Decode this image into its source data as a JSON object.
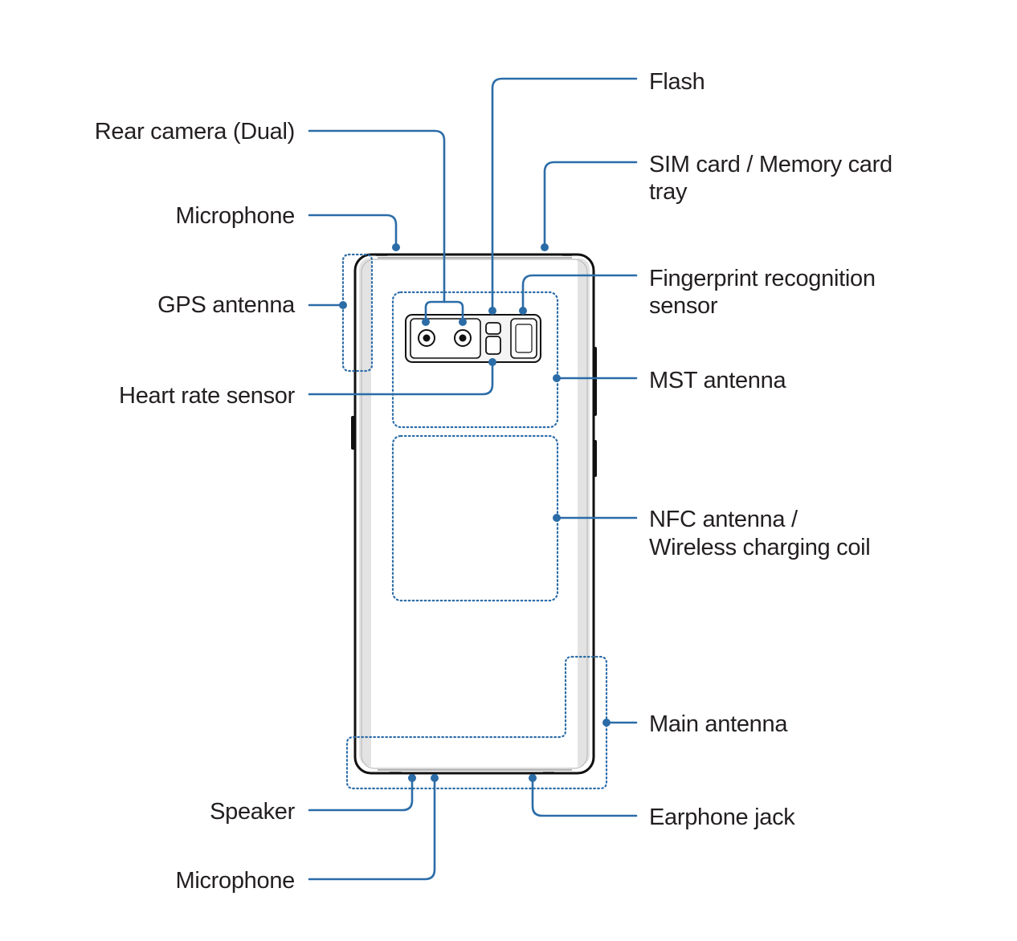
{
  "labels": {
    "flash": "Flash",
    "rear_camera": "Rear camera (Dual)",
    "sim_tray_line1": "SIM card / Memory card",
    "sim_tray_line2": "tray",
    "microphone_top": "Microphone",
    "fingerprint_line1": "Fingerprint recognition",
    "fingerprint_line2": "sensor",
    "gps_antenna": "GPS antenna",
    "mst_antenna": "MST antenna",
    "heart_rate_sensor": "Heart rate sensor",
    "nfc_line1": "NFC antenna /",
    "nfc_line2": "Wireless charging coil",
    "main_antenna": "Main antenna",
    "speaker": "Speaker",
    "earphone_jack": "Earphone jack",
    "microphone_bottom": "Microphone"
  },
  "colors": {
    "leader": "#2b6ca7",
    "text": "#231f20",
    "phone_outline": "#111111"
  },
  "icons": {
    "phone": "phone-back-illustration",
    "camera_module": "dual-camera-module"
  }
}
